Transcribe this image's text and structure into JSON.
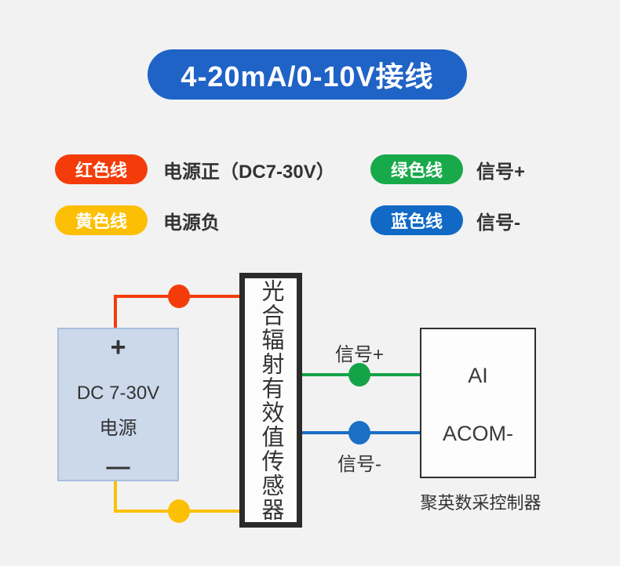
{
  "title": {
    "label": "4-20mA/0-10V接线",
    "bg": "#2063c6"
  },
  "legend": [
    {
      "pill": "红色线",
      "color": "#f43c0a",
      "desc": "电源正（DC7-30V）"
    },
    {
      "pill": "黄色线",
      "color": "#fcbf03",
      "desc": "电源负"
    },
    {
      "pill": "绿色线",
      "color": "#18a94a",
      "desc": "信号+"
    },
    {
      "pill": "蓝色线",
      "color": "#1169c5",
      "desc": "信号-"
    }
  ],
  "diagram": {
    "colors": {
      "red": "#f43c0a",
      "yellow": "#fcc003",
      "green": "#14a448",
      "blue": "#1b6fc5"
    },
    "power_box": {
      "plus": "+",
      "line1": "DC 7-30V",
      "line2": "电源",
      "minus": "—"
    },
    "sensor_box": {
      "label": "光合辐射有效值传感器"
    },
    "wire_labels": {
      "signal_plus": "信号+",
      "signal_minus": "信号-"
    },
    "controller_box": {
      "terminal_ai": "AI",
      "terminal_acom": "ACOM-",
      "caption": "聚英数采控制器"
    }
  }
}
